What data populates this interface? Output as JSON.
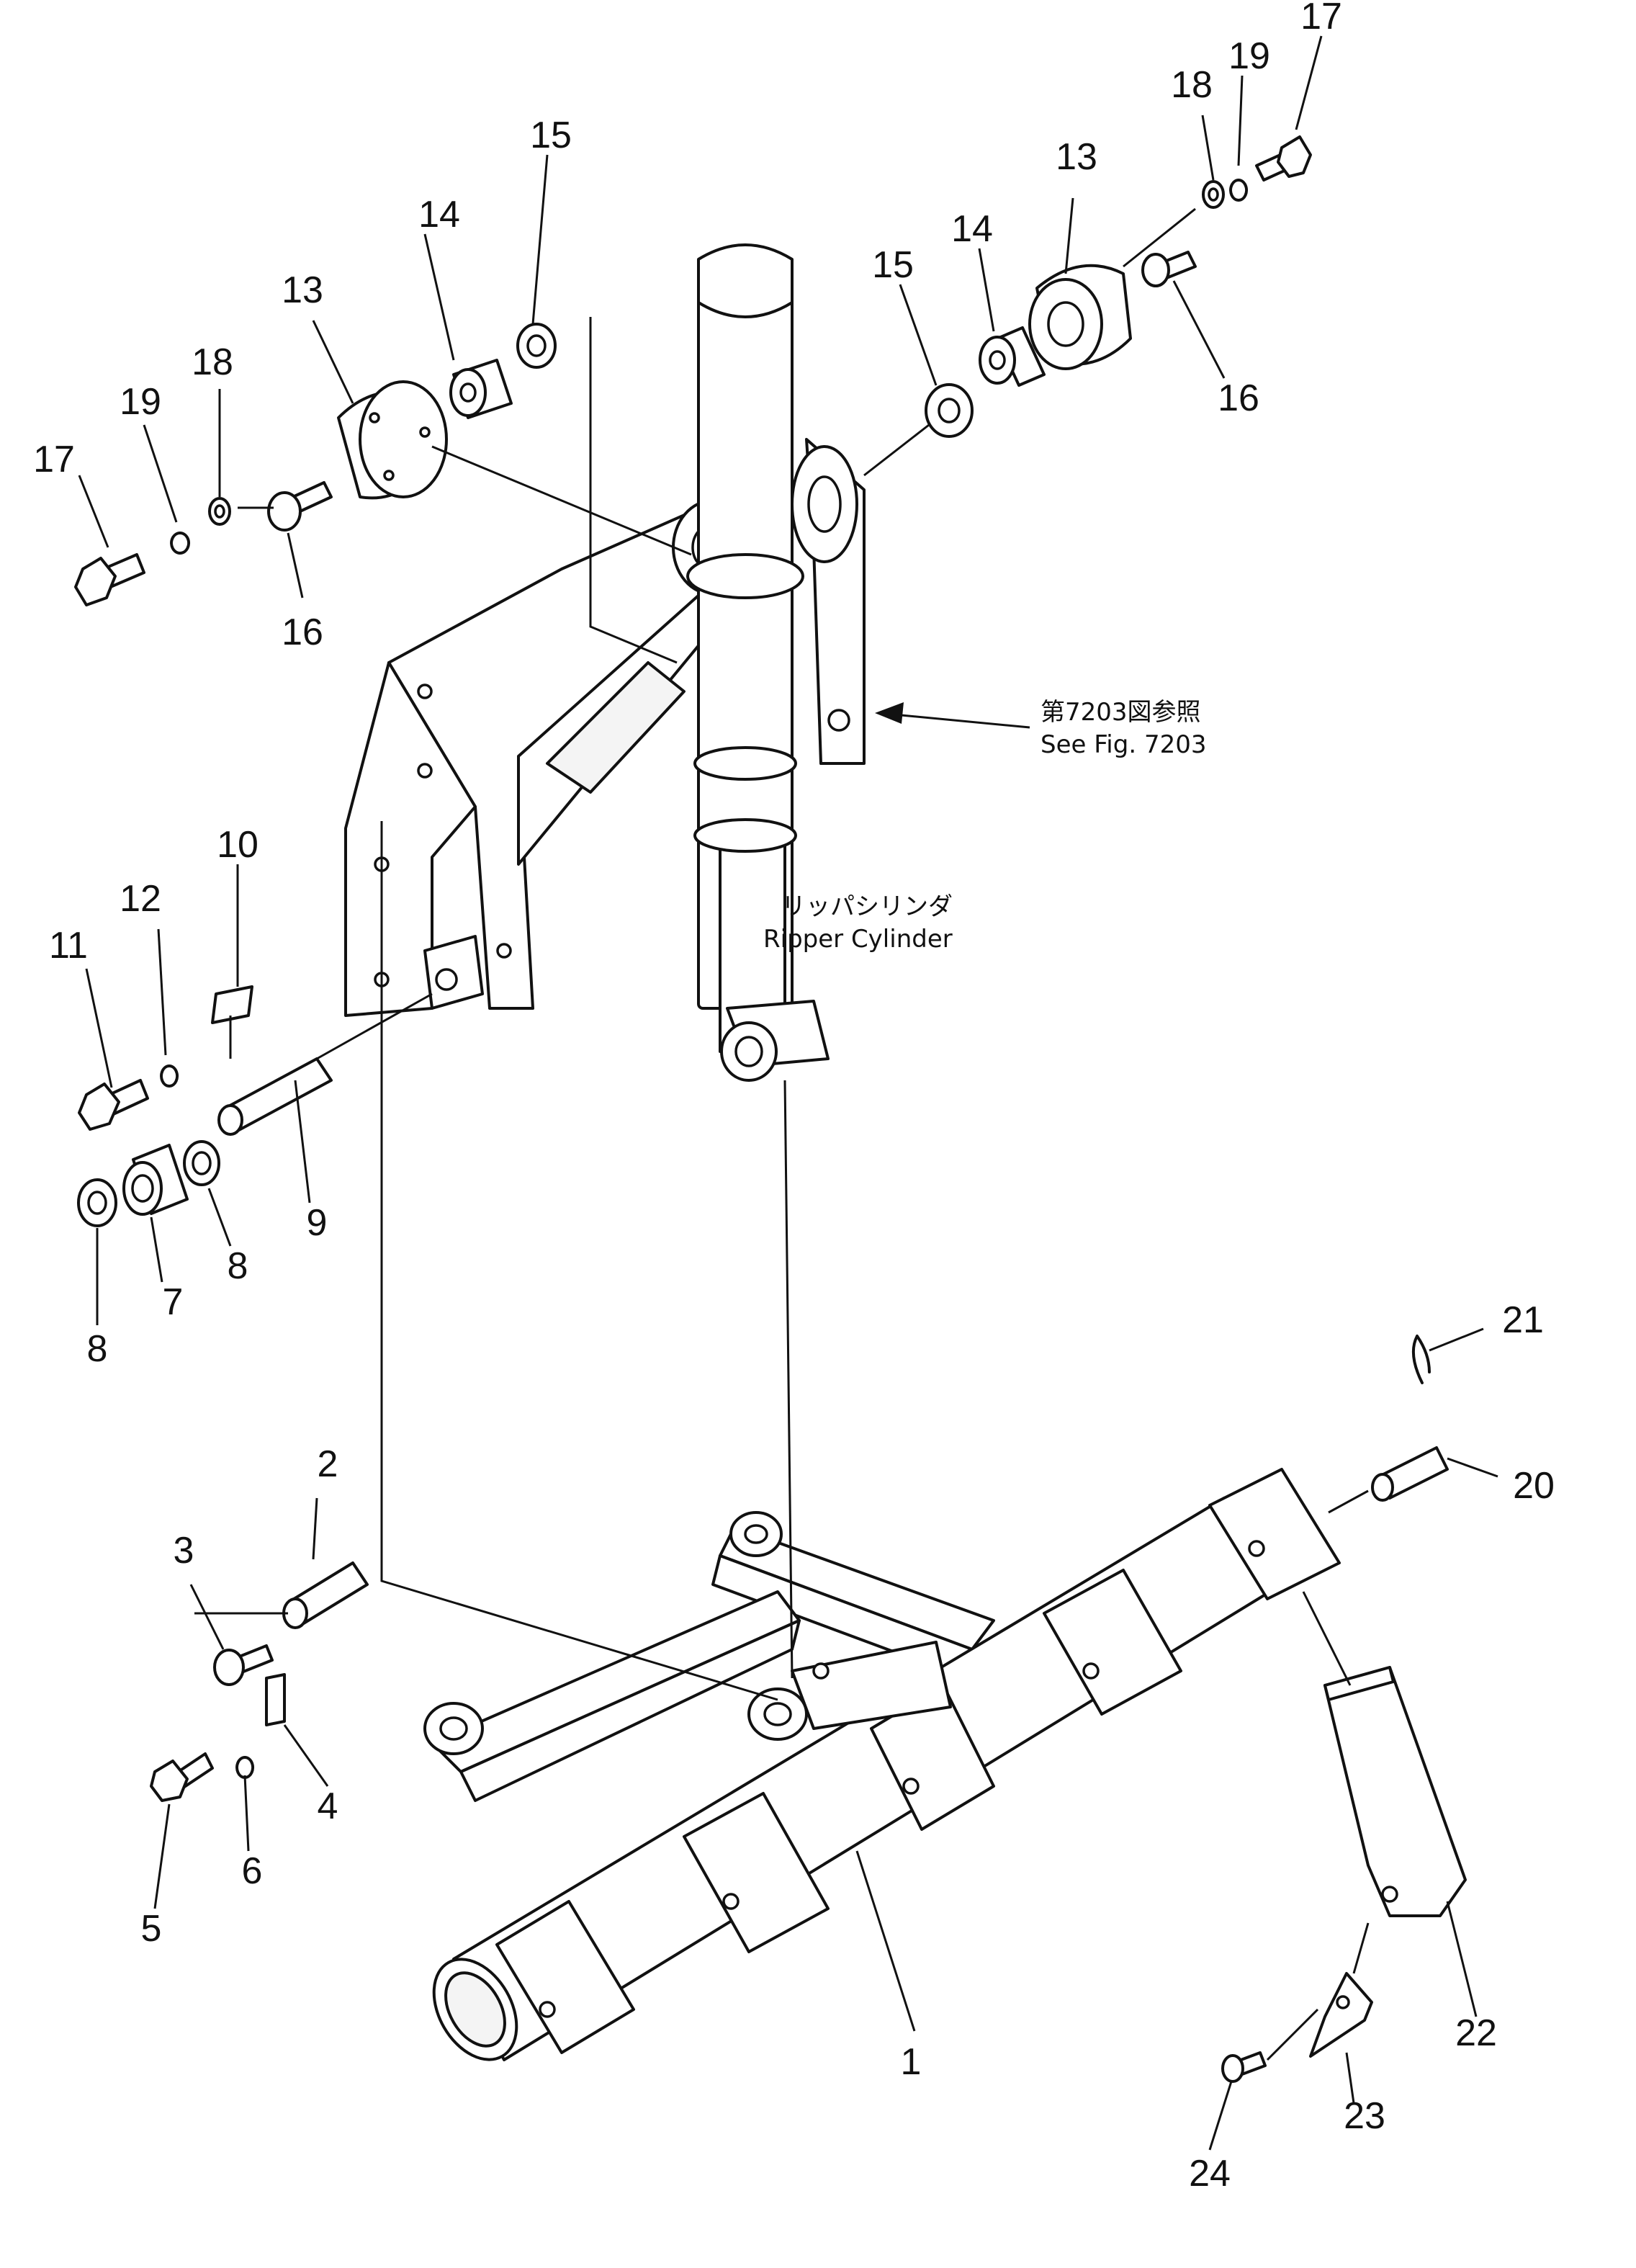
{
  "part_numbers": [
    "1",
    "2",
    "3",
    "4",
    "5",
    "6",
    "7",
    "8",
    "8",
    "9",
    "10",
    "11",
    "12",
    "13",
    "13",
    "14",
    "14",
    "15",
    "15",
    "16",
    "16",
    "17",
    "17",
    "18",
    "18",
    "19",
    "19",
    "20",
    "21",
    "22",
    "23",
    "24"
  ],
  "annotations": {
    "see_fig_jp": "第7203図参照",
    "see_fig_en": "See Fig. 7203",
    "cylinder_jp": "リッパシリンダ",
    "cylinder_en": "Ripper Cylinder"
  }
}
